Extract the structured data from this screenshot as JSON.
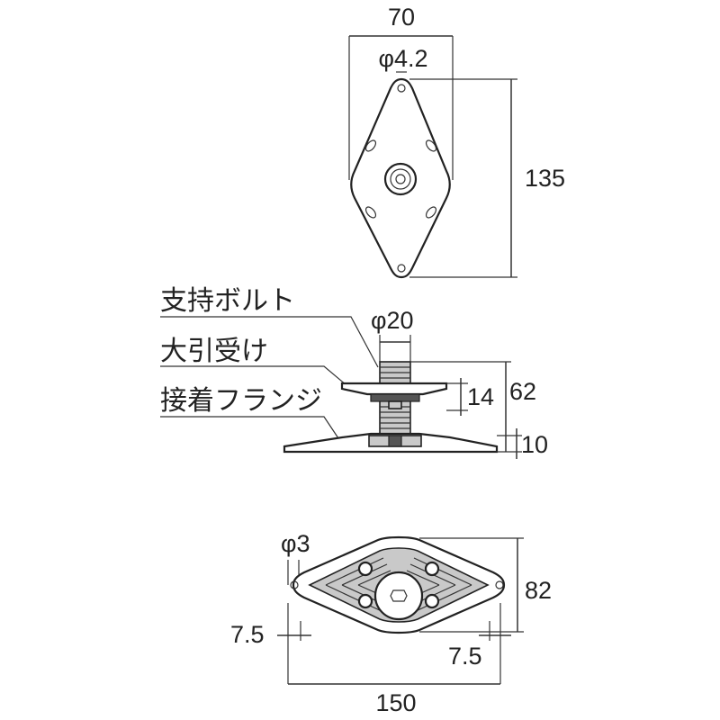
{
  "top_view": {
    "width_label": "70",
    "hole_label": "φ4.2",
    "height_label": "135"
  },
  "side_view": {
    "bolt_label": "φ20",
    "flange_thickness_label": "14",
    "total_height_label": "62",
    "base_thickness_label": "10",
    "callouts": [
      "支持ボルト",
      "大引受け",
      "接着フランジ"
    ]
  },
  "bottom_view": {
    "hole_label": "φ3",
    "height_label": "82",
    "offset_left_label": "7.5",
    "offset_right_label": "7.5",
    "width_label": "150"
  }
}
